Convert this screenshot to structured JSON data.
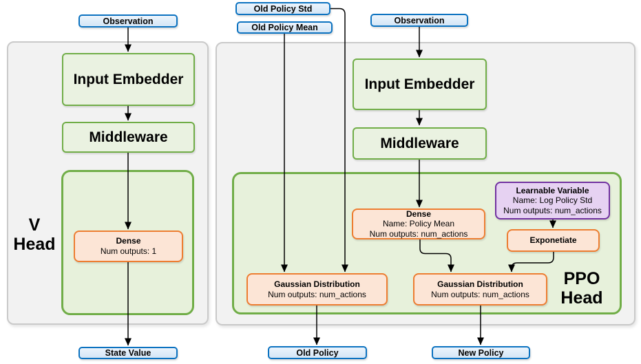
{
  "colors": {
    "blue_border": "#0b72c0",
    "blue_fill": "#dce9f7",
    "green_border": "#70ad47",
    "green_fill": "#eaf2e1",
    "green_container_fill": "#e7f1db",
    "orange_border": "#ed7d31",
    "orange_fill": "#fce5d6",
    "purple_border": "#7030a0",
    "purple_fill": "#e6d2f2",
    "panel_fill": "#f2f2f2",
    "arrow": "#000000"
  },
  "v_head": {
    "label_line1": "V",
    "label_line2": "Head",
    "observation": "Observation",
    "input_embedder": "Input Embedder",
    "middleware": "Middleware",
    "dense": {
      "title": "Dense",
      "detail1": "Num outputs: 1"
    },
    "output": "State Value"
  },
  "ppo_head": {
    "label_line1": "PPO",
    "label_line2": "Head",
    "inputs": {
      "old_policy_std": "Old Policy Std",
      "old_policy_mean": "Old Policy Mean",
      "observation": "Observation"
    },
    "input_embedder": "Input Embedder",
    "middleware": "Middleware",
    "dense": {
      "title": "Dense",
      "detail1": "Name: Policy Mean",
      "detail2": "Num outputs: num_actions"
    },
    "learnable_variable": {
      "title": "Learnable Variable",
      "detail1": "Name: Log Policy Std",
      "detail2": "Num outputs: num_actions"
    },
    "exponetiate": "Exponetiate",
    "gaussian_distribution_old": {
      "title": "Gaussian Distribution",
      "detail1": "Num outputs: num_actions"
    },
    "gaussian_distribution_new": {
      "title": "Gaussian Distribution",
      "detail1": "Num outputs: num_actions"
    },
    "outputs": {
      "old_policy": "Old Policy",
      "new_policy": "New Policy"
    }
  }
}
